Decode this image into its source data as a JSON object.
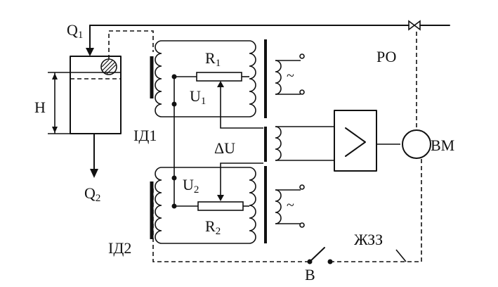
{
  "labels": {
    "q1": "Q",
    "q1_sub": "1",
    "q2": "Q",
    "q2_sub": "2",
    "h": "H",
    "r1": "R",
    "r1_sub": "1",
    "u1": "U",
    "u1_sub": "1",
    "id1": "ІД1",
    "delta_u": "ΔU",
    "u2": "U",
    "u2_sub": "2",
    "r2": "R",
    "r2_sub": "2",
    "id2": "ІД2",
    "ro": "РО",
    "vm": "ВМ",
    "zhzz": "ЖЗЗ",
    "b": "В",
    "tilde1": "~",
    "tilde2": "~"
  }
}
